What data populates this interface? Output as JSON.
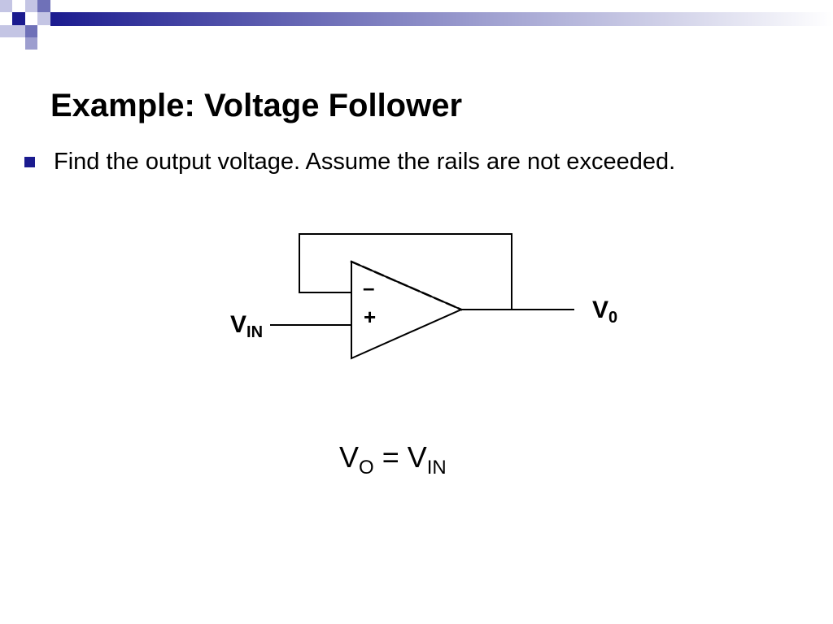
{
  "slide": {
    "title": "Example:  Voltage Follower",
    "bullet": "Find the output voltage. Assume the rails are not exceeded."
  },
  "circuit": {
    "vin_main": "V",
    "vin_sub": "IN",
    "vout_main": "V",
    "vout_sub": "0",
    "minus_sign": "–",
    "plus_sign": "+"
  },
  "equation": {
    "lhs_main": "V",
    "lhs_sub": "O",
    "equals": " = ",
    "rhs_main": "V",
    "rhs_sub": "IN"
  },
  "colors": {
    "accent": "#1b1b8f",
    "accent_mid": "#6f71b8",
    "accent_light": "#c4c5e4"
  }
}
